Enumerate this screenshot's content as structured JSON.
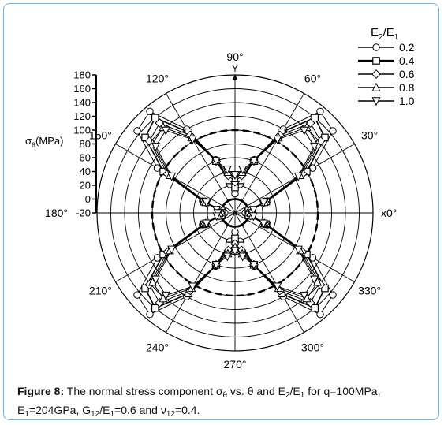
{
  "chart_data": {
    "type": "polar-line",
    "r_axis_label_parts": [
      "σ",
      "θ",
      "(MPa)"
    ],
    "r_ticks": [
      -20,
      0,
      20,
      40,
      60,
      80,
      100,
      120,
      140,
      160,
      180
    ],
    "r_tick_labels": [
      "-20",
      "0",
      "20",
      "40",
      "60",
      "80",
      "100",
      "120",
      "140",
      "160",
      "180"
    ],
    "r_range": [
      -20,
      180
    ],
    "angle_labels": [
      "x0°",
      "30°",
      "60°",
      "90°",
      "120°",
      "150°",
      "180°",
      "210°",
      "240°",
      "270°",
      "300°",
      "330°"
    ],
    "y_axis_label": "Y",
    "legend_title_parts": [
      "E",
      "2",
      "/E",
      "1"
    ],
    "legend_position": "top-right",
    "grid": true,
    "angles_deg": [
      0,
      10,
      20,
      30,
      40,
      50,
      60,
      70,
      80,
      90
    ],
    "series": [
      {
        "name": "0.2",
        "marker": "circle",
        "values": [
          -5,
          -2,
          30,
          110,
          165,
          172,
          120,
          62,
          22,
          8
        ]
      },
      {
        "name": "0.4",
        "marker": "square",
        "values": [
          -2,
          0,
          28,
          100,
          150,
          160,
          115,
          60,
          28,
          17
        ]
      },
      {
        "name": "0.6",
        "marker": "diamond",
        "values": [
          1,
          3,
          26,
          93,
          142,
          150,
          110,
          60,
          35,
          25
        ]
      },
      {
        "name": "0.8",
        "marker": "triangle-up",
        "values": [
          3,
          5,
          25,
          89,
          136,
          142,
          106,
          60,
          40,
          30
        ]
      },
      {
        "name": "1.0",
        "marker": "triangle-down",
        "values": [
          5,
          7,
          24,
          86,
          130,
          136,
          103,
          60,
          44,
          35
        ]
      }
    ],
    "reference_circle_value": 100
  },
  "caption": {
    "label": "Figure 8:",
    "t1": " The normal stress component σ",
    "t1_sub": "θ",
    "t2": " vs. θ and E",
    "t2_sub": "2",
    "t3": "/E",
    "t3_sub": "1",
    "t4": " for q=100MPa,",
    "t5": "E",
    "t5_sub": "1",
    "t6": "=204GPa, G",
    "t6_sub": "12",
    "t7": "/E",
    "t7_sub": "1",
    "t8": "=0.6 and ν",
    "t8_sub": "12",
    "t9": "=0.4."
  }
}
